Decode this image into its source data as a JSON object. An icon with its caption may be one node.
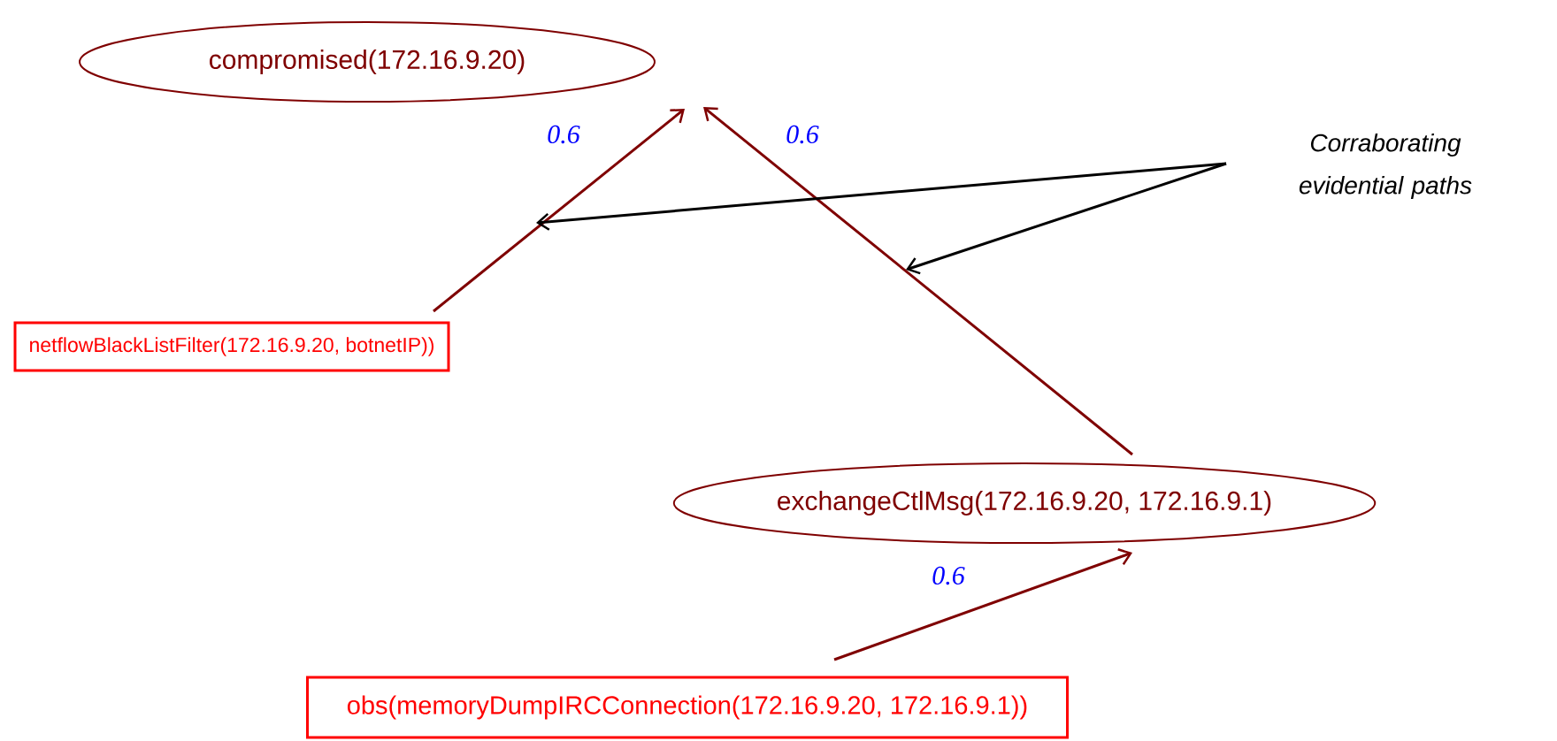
{
  "diagram": {
    "nodes": [
      {
        "text": [
          "compromised(172.16.9.20)"
        ]
      },
      {
        "text": [
          "netflowBlackListFilter(172.16.9.20, botnetIP))"
        ]
      },
      {
        "text": [
          "exchangeCtlMsg(172.16.9.20, 172.16.9.1)"
        ]
      },
      {
        "text": [
          "obs(memoryDumpIRCConnection(172.16.9.20,  172.16.9.1))"
        ]
      },
      {
        "text": [
          "Corraborating evidential paths"
        ]
      }
    ],
    "edges": [
      {
        "from": 1,
        "to": 0,
        "arrow": "to",
        "label": "0.6"
      },
      {
        "from": 2,
        "to": 0,
        "arrow": "to",
        "label": "0.6"
      },
      {
        "from": 3,
        "to": 2,
        "arrow": "to",
        "label": "0.6"
      },
      {
        "from": 4,
        "to": null,
        "arrow": "to",
        "color": "#000000"
      },
      {
        "from": 4,
        "to": null,
        "arrow": "to",
        "color": "#000000"
      }
    ]
  }
}
